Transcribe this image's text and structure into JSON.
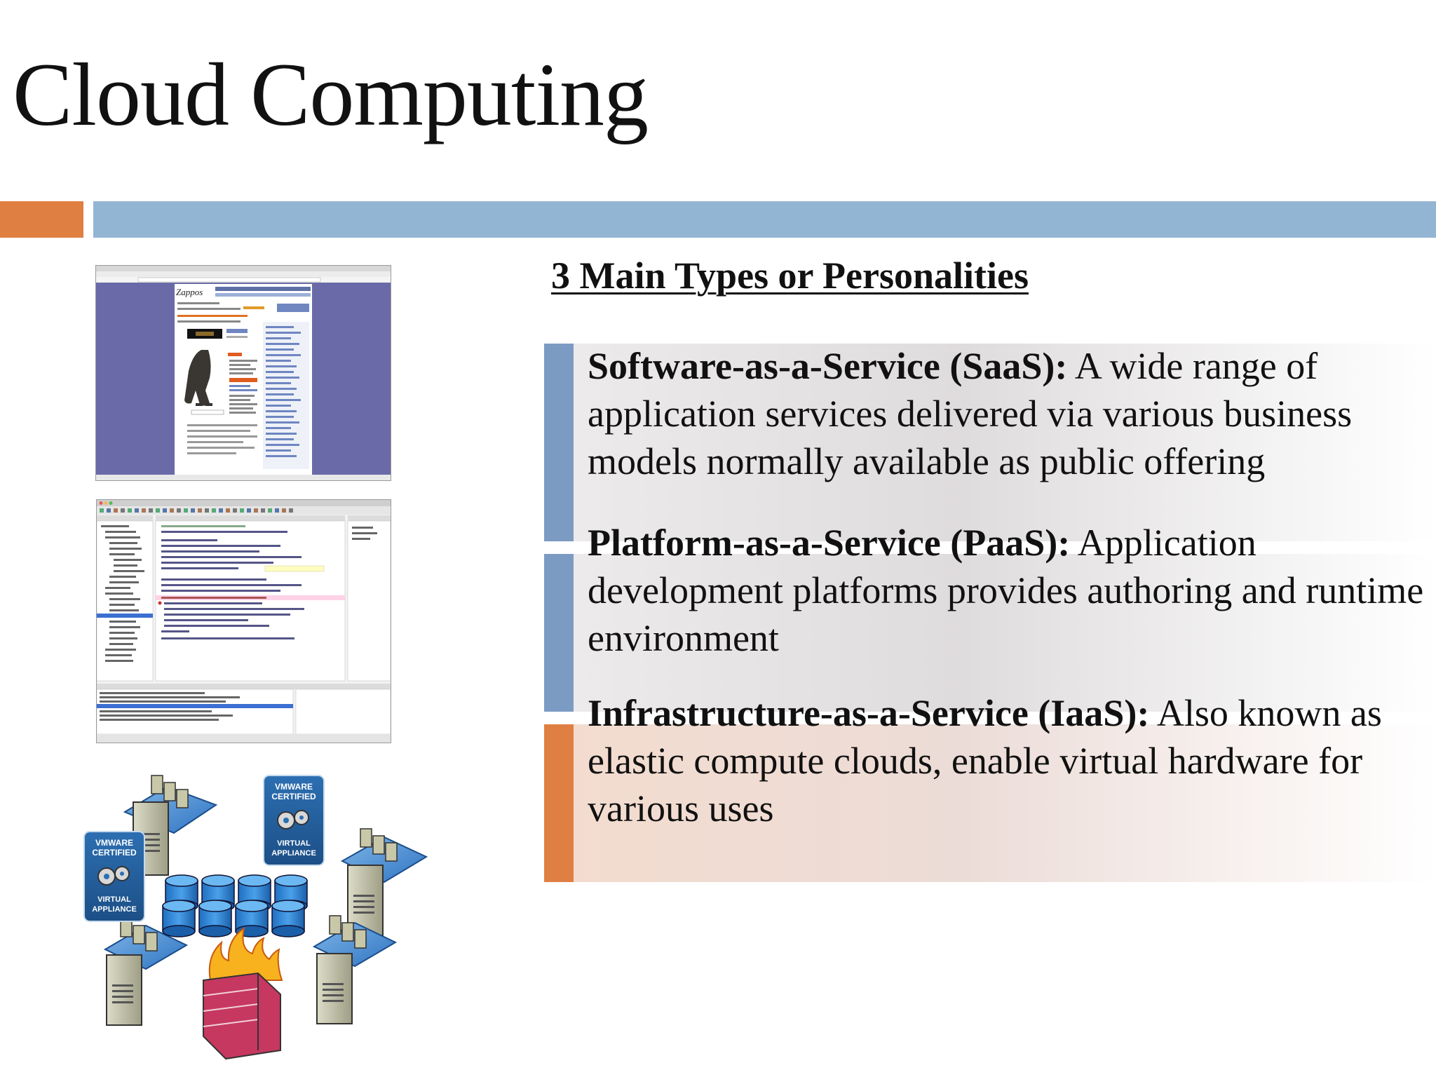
{
  "slide": {
    "title": "Cloud Computing",
    "subheading": "3 Main Types or Personalities",
    "items": [
      {
        "term": "Software-as-a-Service (SaaS):",
        "description": " A wide range of application services delivered via various business models normally available as public offering",
        "accent_color": "#7b9bc3"
      },
      {
        "term": "Platform-as-a-Service (PaaS):",
        "description": " Application development platforms provides authoring and runtime environment",
        "accent_color": "#7b9bc3"
      },
      {
        "term": "Infrastructure-as-a-Service (IaaS):",
        "description": " Also known as elastic compute clouds, enable virtual hardware for various uses",
        "accent_color": "#e07f42"
      }
    ],
    "colors": {
      "orange_accent": "#e07f42",
      "blue_rule": "#93b5d4"
    }
  },
  "images": {
    "web_screenshot": {
      "logo_text": "Zappos"
    },
    "diagram_badges": [
      {
        "top": "VMWARE",
        "middle": "CERTIFIED",
        "bottom": "VIRTUAL",
        "bottom2": "APPLIANCE"
      },
      {
        "top": "VMWARE",
        "middle": "CERTIFIED",
        "bottom": "VIRTUAL",
        "bottom2": "APPLIANCE"
      }
    ]
  }
}
